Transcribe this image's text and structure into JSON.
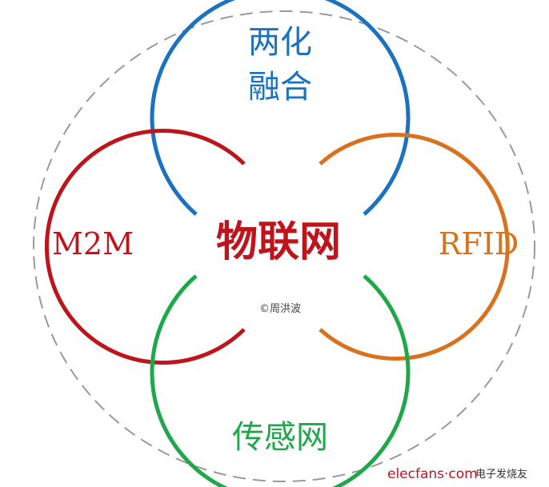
{
  "center_label": "物联网",
  "nodes": {
    "top": {
      "line1": "两化",
      "line2": "融合"
    },
    "left": {
      "label": "M2M"
    },
    "right": {
      "label": "RFID"
    },
    "bottom": {
      "label": "传感网"
    }
  },
  "copyright": "©周洪波",
  "watermark": {
    "site": "elecfans·com",
    "name": "电子发烧友"
  },
  "colors": {
    "blue": "#1a72c0",
    "red": "#c0141c",
    "orange": "#d9721e",
    "green": "#1fa84a",
    "dashed": "#999999"
  }
}
